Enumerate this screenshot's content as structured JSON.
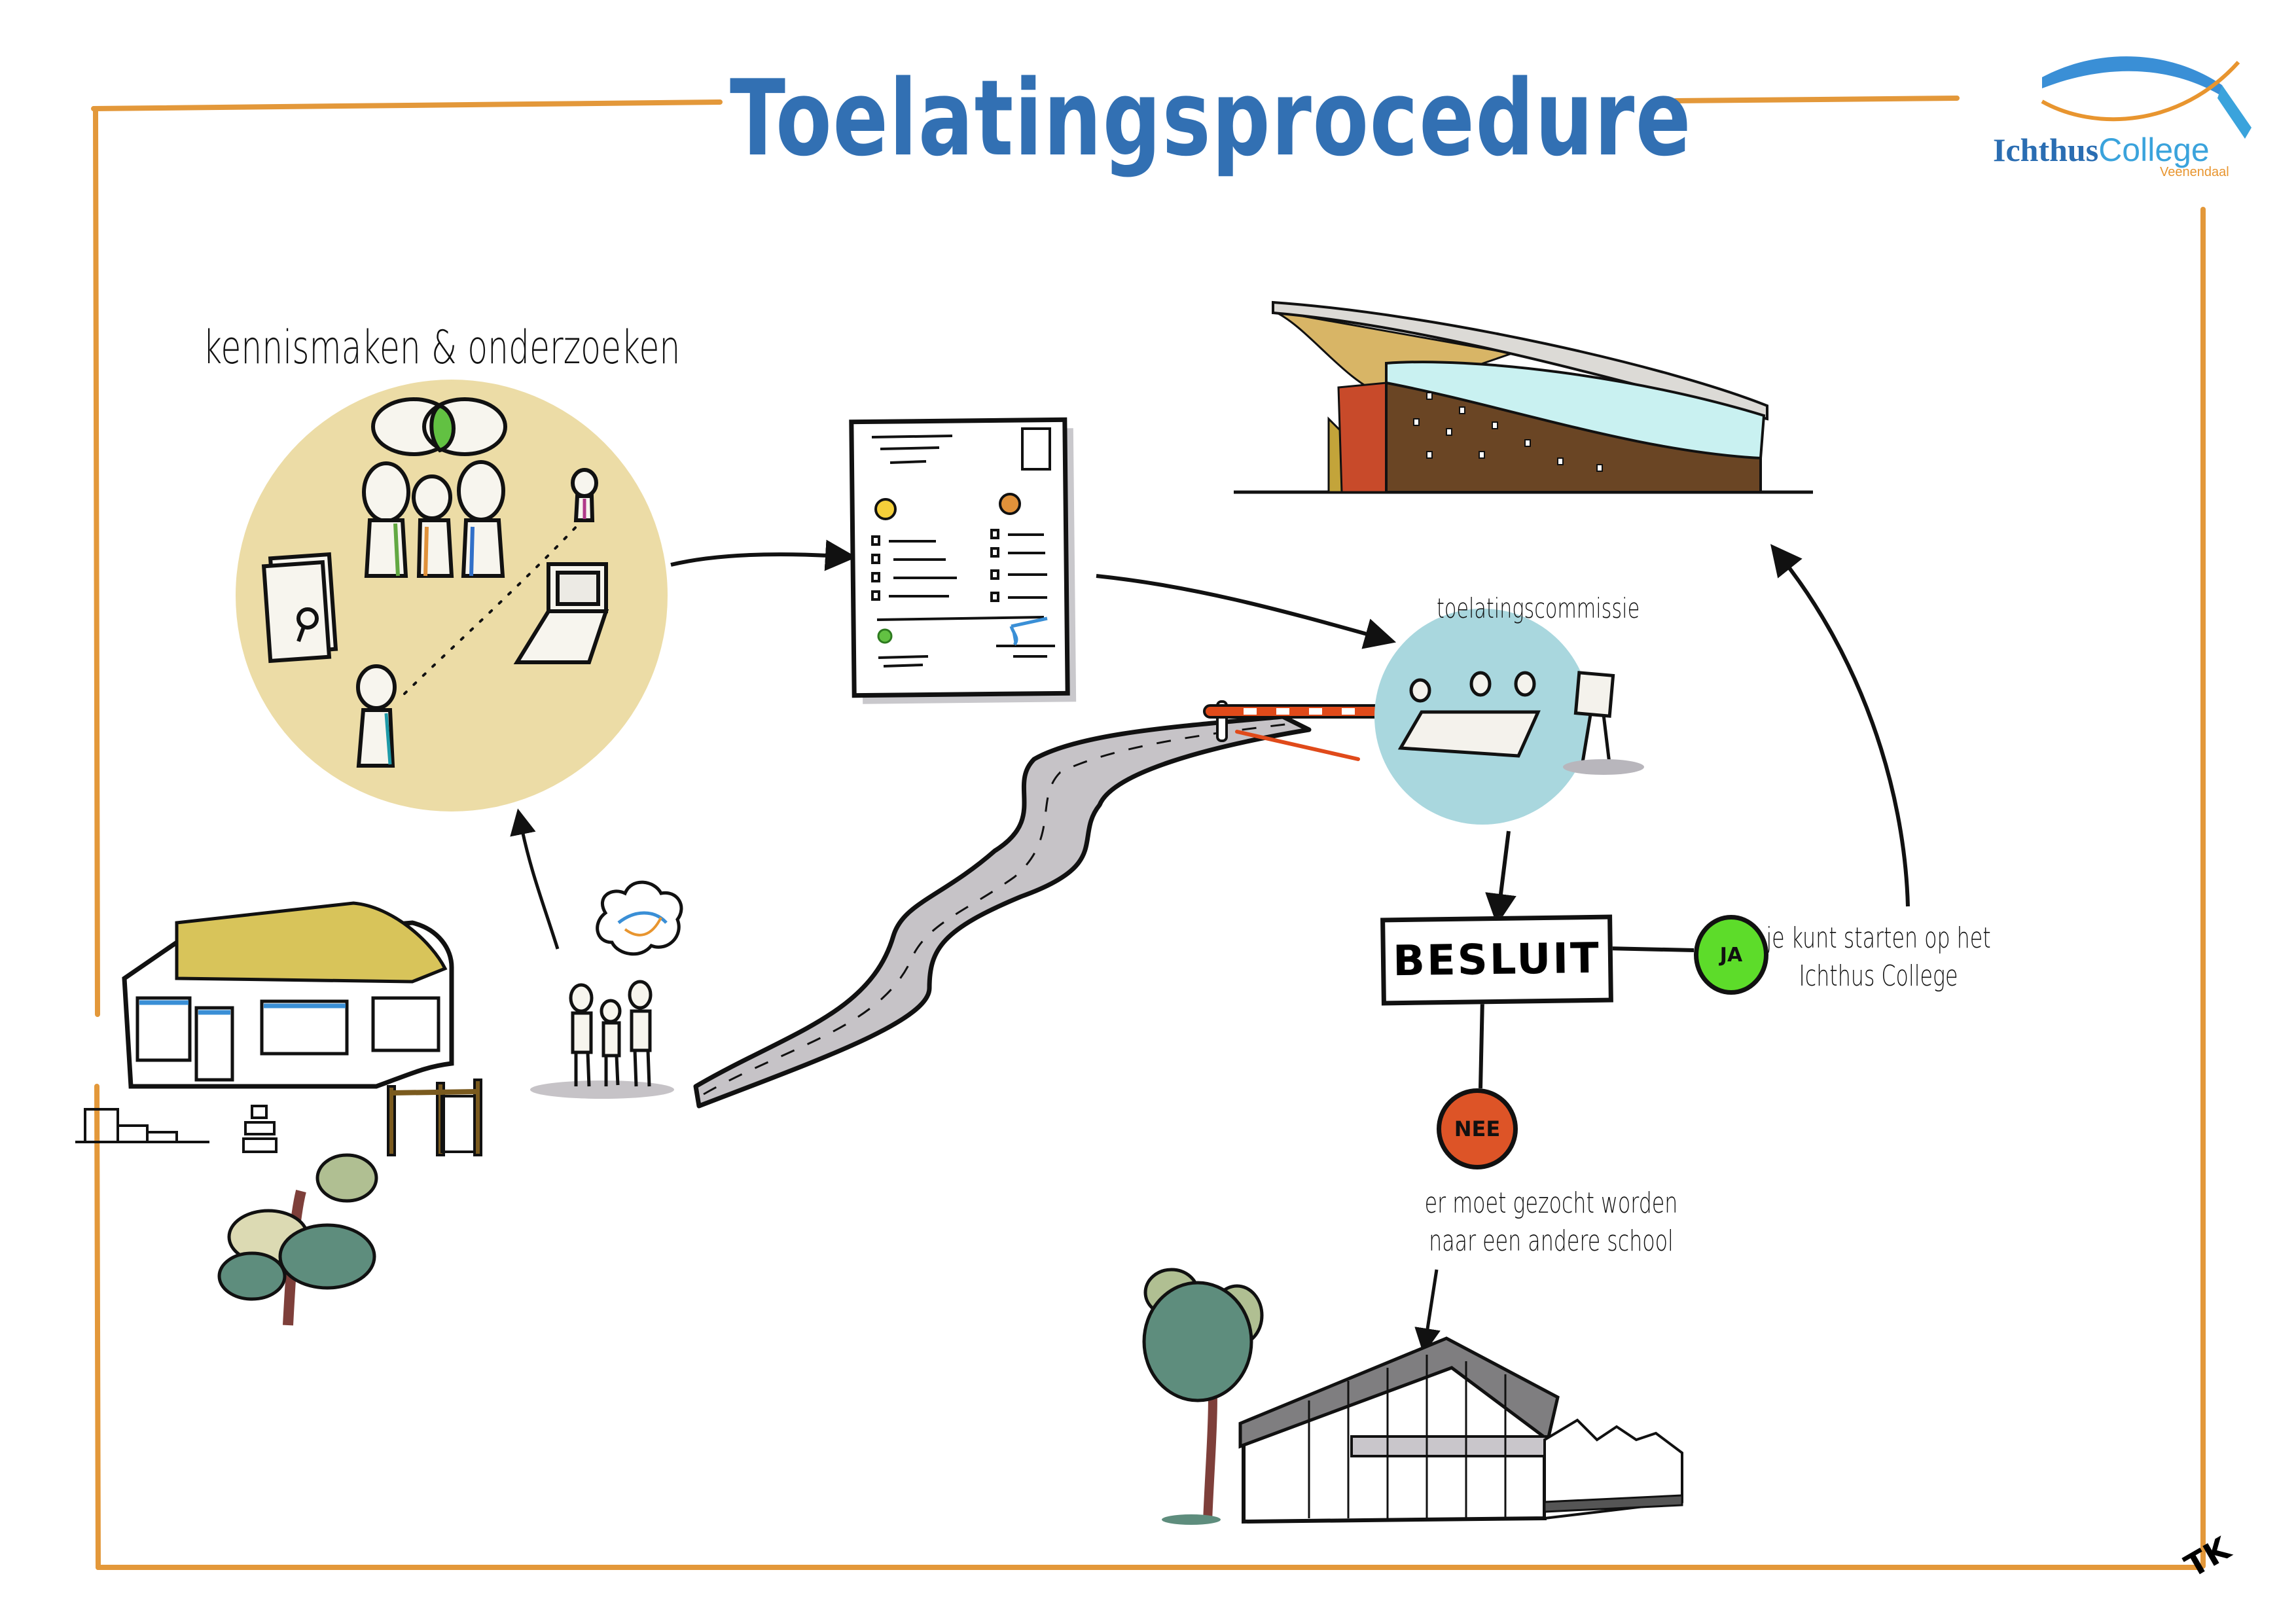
{
  "header": {
    "title": "Toelatingsprocedure",
    "logo": {
      "name_part1": "Ichthus",
      "name_part2": "College",
      "location": "Veenendaal",
      "colors": {
        "blue_dark": "#2a6db2",
        "blue_light": "#3aa3dc",
        "orange": "#e8952f"
      }
    }
  },
  "steps": {
    "kennismaken": {
      "label": "kennismaken & onderzoeken",
      "bg_color": "#ecdca6"
    },
    "dossier": {
      "label": ""
    },
    "commissie": {
      "label": "toelatingscommissie",
      "bg_color": "#a9d7de"
    },
    "besluit": {
      "label": "BESLUIT"
    },
    "ja": {
      "badge": "JA",
      "color": "#5ddc2a",
      "text": "je kunt starten op het Ichthus College"
    },
    "nee": {
      "badge": "NEE",
      "color": "#dd5427",
      "text": "er moet gezocht worden naar een andere school"
    }
  },
  "signature": "TK",
  "frame_color": "#e3983a",
  "title_color": "#3270b3"
}
